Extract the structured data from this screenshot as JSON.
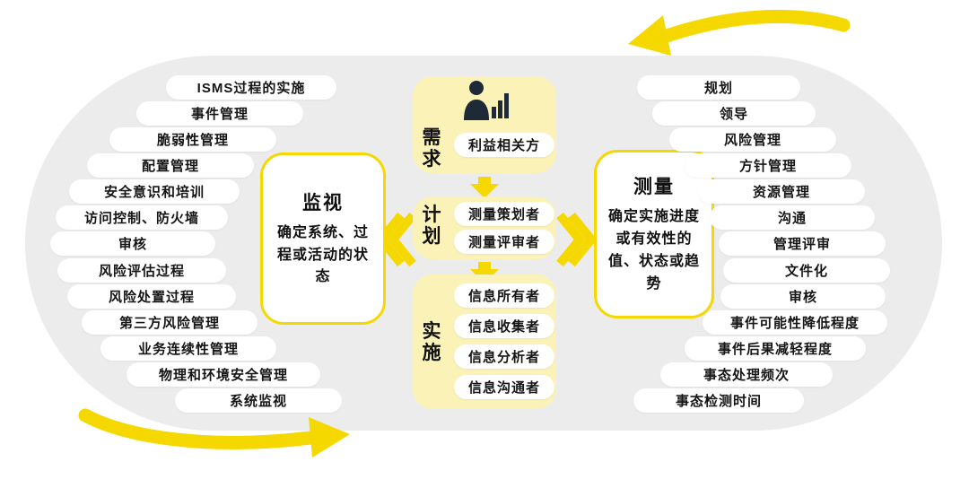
{
  "left": {
    "items": [
      "ISMS过程的实施",
      "事件管理",
      "脆弱性管理",
      "配置管理",
      "安全意识和培训",
      "访问控制、防火墙",
      "审核",
      "风险评估过程",
      "风险处置过程",
      "第三方风险管理",
      "业务连续性管理",
      "物理和环境安全管理",
      "系统监视"
    ]
  },
  "monitor": {
    "title": "监视",
    "desc": "确定系统、过程或活动的状态"
  },
  "center": {
    "icon": "analyst-with-chart-icon",
    "stages": [
      {
        "label": "需求",
        "roles": [
          "利益相关方"
        ]
      },
      {
        "label": "计划",
        "roles": [
          "测量策划者",
          "测量评审者"
        ]
      },
      {
        "label": "实施",
        "roles": [
          "信息所有者",
          "信息收集者",
          "信息分析者",
          "信息沟通者"
        ]
      }
    ]
  },
  "measure": {
    "title": "测量",
    "desc": "确定实施进度或有效性的值、状态或趋势"
  },
  "right": {
    "items": [
      "规划",
      "领导",
      "风险管理",
      "方针管理",
      "资源管理",
      "沟通",
      "管理评审",
      "文件化",
      "审核",
      "事件可能性降低程度",
      "事件后果减轻程度",
      "事态处理频次",
      "事态检测时间"
    ]
  },
  "colors": {
    "accent_yellow": "#F5D800",
    "pale_yellow": "#FAF2B6",
    "capsule_gray": "#ECECEC"
  }
}
